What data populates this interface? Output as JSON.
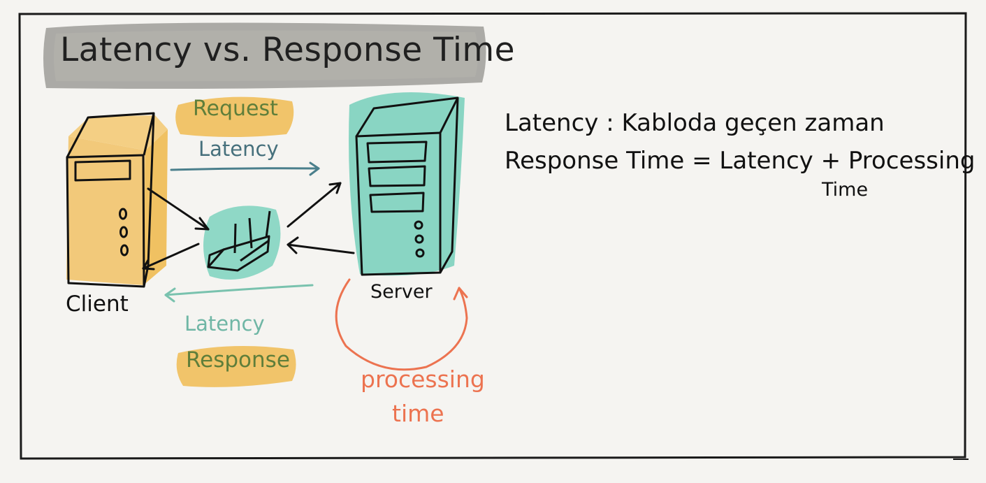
{
  "title": "Latency vs. Response Time",
  "labels": {
    "request_top": "Request",
    "request_latency": "Latency",
    "response_latency": "Latency",
    "response_bottom": "Response",
    "client": "Client",
    "server": "Server",
    "processing_line1": "processing",
    "processing_line2": "time"
  },
  "definitions": {
    "line1": "Latency : Kabloda geçen zaman",
    "line2": "Response Time = Latency + Processing",
    "line3": "Time"
  },
  "colors": {
    "background": "#f5f4f1",
    "frame": "#1a1a1a",
    "title_highlight": "#a3a29d",
    "client_box": "#f2c46d",
    "highlight_yellow": "#f0bb52",
    "teal": "#7dd2be",
    "request_arrow": "#4a7f8c",
    "response_arrow": "#79c2ae",
    "processing": "#ec7350",
    "ink": "#111111"
  }
}
